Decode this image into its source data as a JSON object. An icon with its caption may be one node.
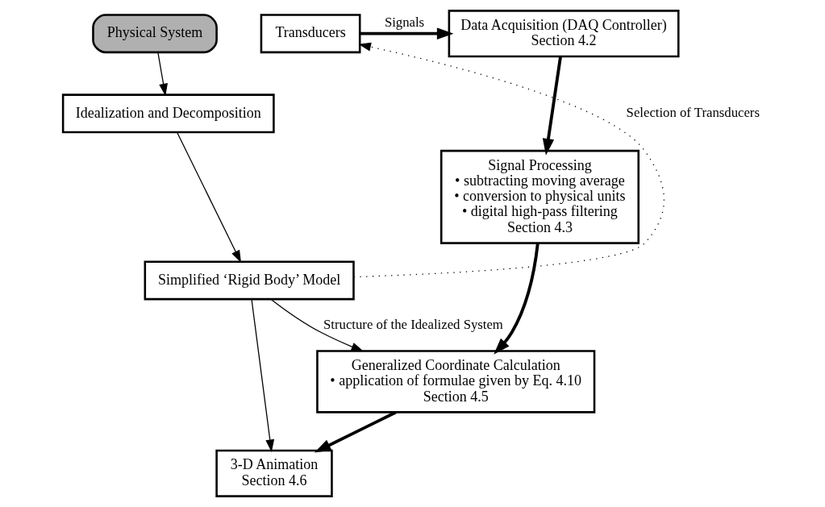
{
  "diagram": {
    "nodes": [
      {
        "text": [
          "Physical System"
        ]
      },
      {
        "text": [
          "Transducers"
        ]
      },
      {
        "text": [
          "Data Acquisition (DAQ Controller)",
          "Section 4.2"
        ]
      },
      {
        "text": [
          "Signal Processing",
          "• subtracting moving average",
          "• conversion to physical units",
          "• digital high-pass filtering",
          "Section 4.3"
        ]
      },
      {
        "text": [
          "Generalized Coordinate Calculation",
          "• application of formulae given by Eq. 4.10",
          "Section 4.5"
        ]
      },
      {
        "text": [
          "3-D Animation",
          "Section 4.6"
        ]
      },
      {
        "text": [
          "Idealization and Decomposition"
        ]
      },
      {
        "text": [
          "Simplified ‘Rigid Body’ Model"
        ]
      }
    ],
    "edges": [
      {
        "from": 1,
        "to": 2,
        "arrow": "to",
        "label": "Signals",
        "style": "thick"
      },
      {
        "from": 2,
        "to": 3,
        "arrow": "to",
        "style": "thick"
      },
      {
        "from": 3,
        "to": 4,
        "arrow": "to",
        "style": "thick"
      },
      {
        "from": 4,
        "to": 5,
        "arrow": "to",
        "style": "thick"
      },
      {
        "from": 0,
        "to": 6,
        "arrow": "to"
      },
      {
        "from": 6,
        "to": 7,
        "arrow": "to"
      },
      {
        "from": 7,
        "to": 4,
        "arrow": "to",
        "label": "Structure of the Idealized System"
      },
      {
        "from": 7,
        "to": 5,
        "arrow": "to"
      },
      {
        "from": 7,
        "to": 1,
        "arrow": "to",
        "label": "Selection of Transducers",
        "style": "dashed"
      }
    ]
  }
}
